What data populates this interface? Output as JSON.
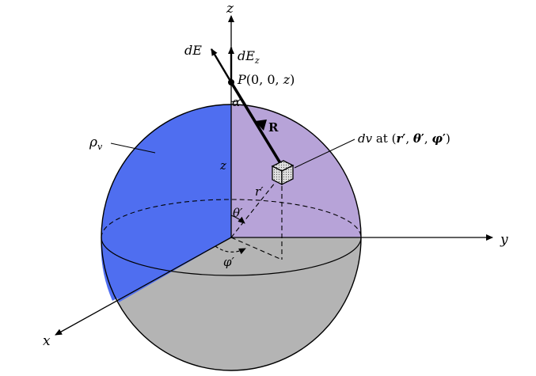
{
  "labels": {
    "z_axis": "z",
    "y_axis": "y",
    "x_axis": "x",
    "dE": "dE",
    "dEz_base": "dE",
    "dEz_sub": "z",
    "point_P": "P",
    "point_P_coords_open": "(0, 0, ",
    "point_P_coords_z": "z",
    "point_P_coords_close": ")",
    "alpha": "α",
    "R": "R",
    "rho": "ρ",
    "rho_sub": "v",
    "dv_base": "dv",
    "dv_at": " at (",
    "dv_r": "r",
    "dv_theta": "θ",
    "dv_phi": "φ",
    "dv_prime": "′",
    "dv_sep": ", ",
    "dv_close": ")",
    "z_height": "z",
    "r_prime": "r′",
    "theta_prime": "θ′",
    "phi_prime": "φ′"
  },
  "colors": {
    "front_left_quadrant": "#4f6ef0",
    "front_right_quadrant": "#b7a3d8",
    "lower_hemisphere": "#b4b4b4",
    "outline": "#000000",
    "cube": "#d9d9d9"
  }
}
